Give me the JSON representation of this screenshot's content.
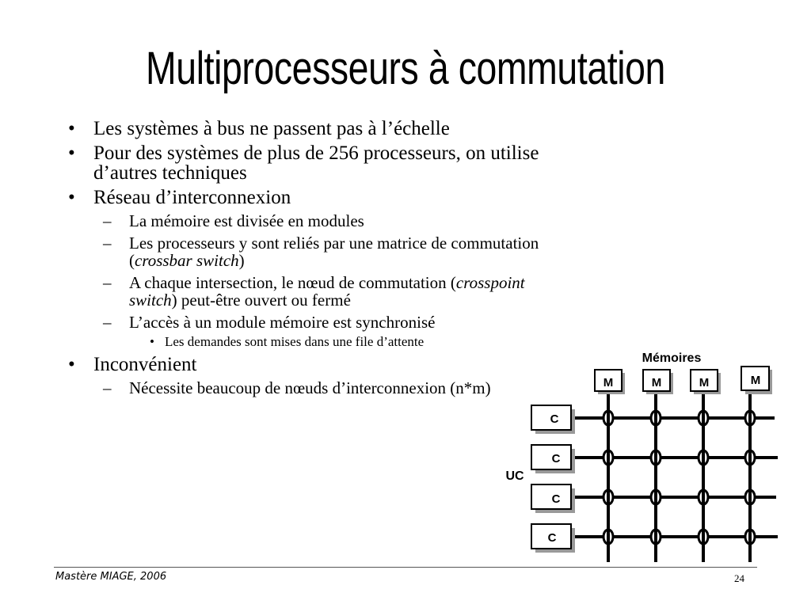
{
  "slide": {
    "title": "Multiprocesseurs à commutation",
    "bullets": [
      {
        "marker": "•",
        "text": "Les systèmes à bus ne passent pas à l’échelle"
      },
      {
        "marker": "•",
        "text": "Pour des systèmes de plus de 256 processeurs, on utilise d’autres techniques"
      },
      {
        "marker": "•",
        "text": "Réseau d’interconnexion"
      },
      {
        "marker": "–",
        "text": "La mémoire est divisée en modules"
      },
      {
        "marker": "–",
        "text_before": "Les processeurs y sont reliés par une matrice de commutation (",
        "text_italic": "crossbar switch",
        "text_after": ")"
      },
      {
        "marker": "–",
        "text_before": "A chaque intersection, le nœud de commutation (",
        "text_italic": "crosspoint switch",
        "text_after": ") peut-être ouvert ou fermé"
      },
      {
        "marker": "–",
        "text": "L’accès à un module mémoire est synchronisé"
      },
      {
        "marker": "•",
        "text": "Les demandes sont mises dans une file d’attente"
      },
      {
        "marker": "•",
        "text": "Inconvénient"
      },
      {
        "marker": "–",
        "text": "Nécessite beaucoup de nœuds d’interconnexion (n*m)"
      }
    ]
  },
  "diagram": {
    "memories_label": "Mémoires",
    "uc_label": "UC",
    "memory_modules": [
      "M",
      "M",
      "M",
      "M"
    ],
    "cpu_modules": [
      "C",
      "C",
      "C",
      "C"
    ]
  },
  "footer": {
    "left": "Mastère MIAGE, 2006",
    "page_number": "24"
  }
}
